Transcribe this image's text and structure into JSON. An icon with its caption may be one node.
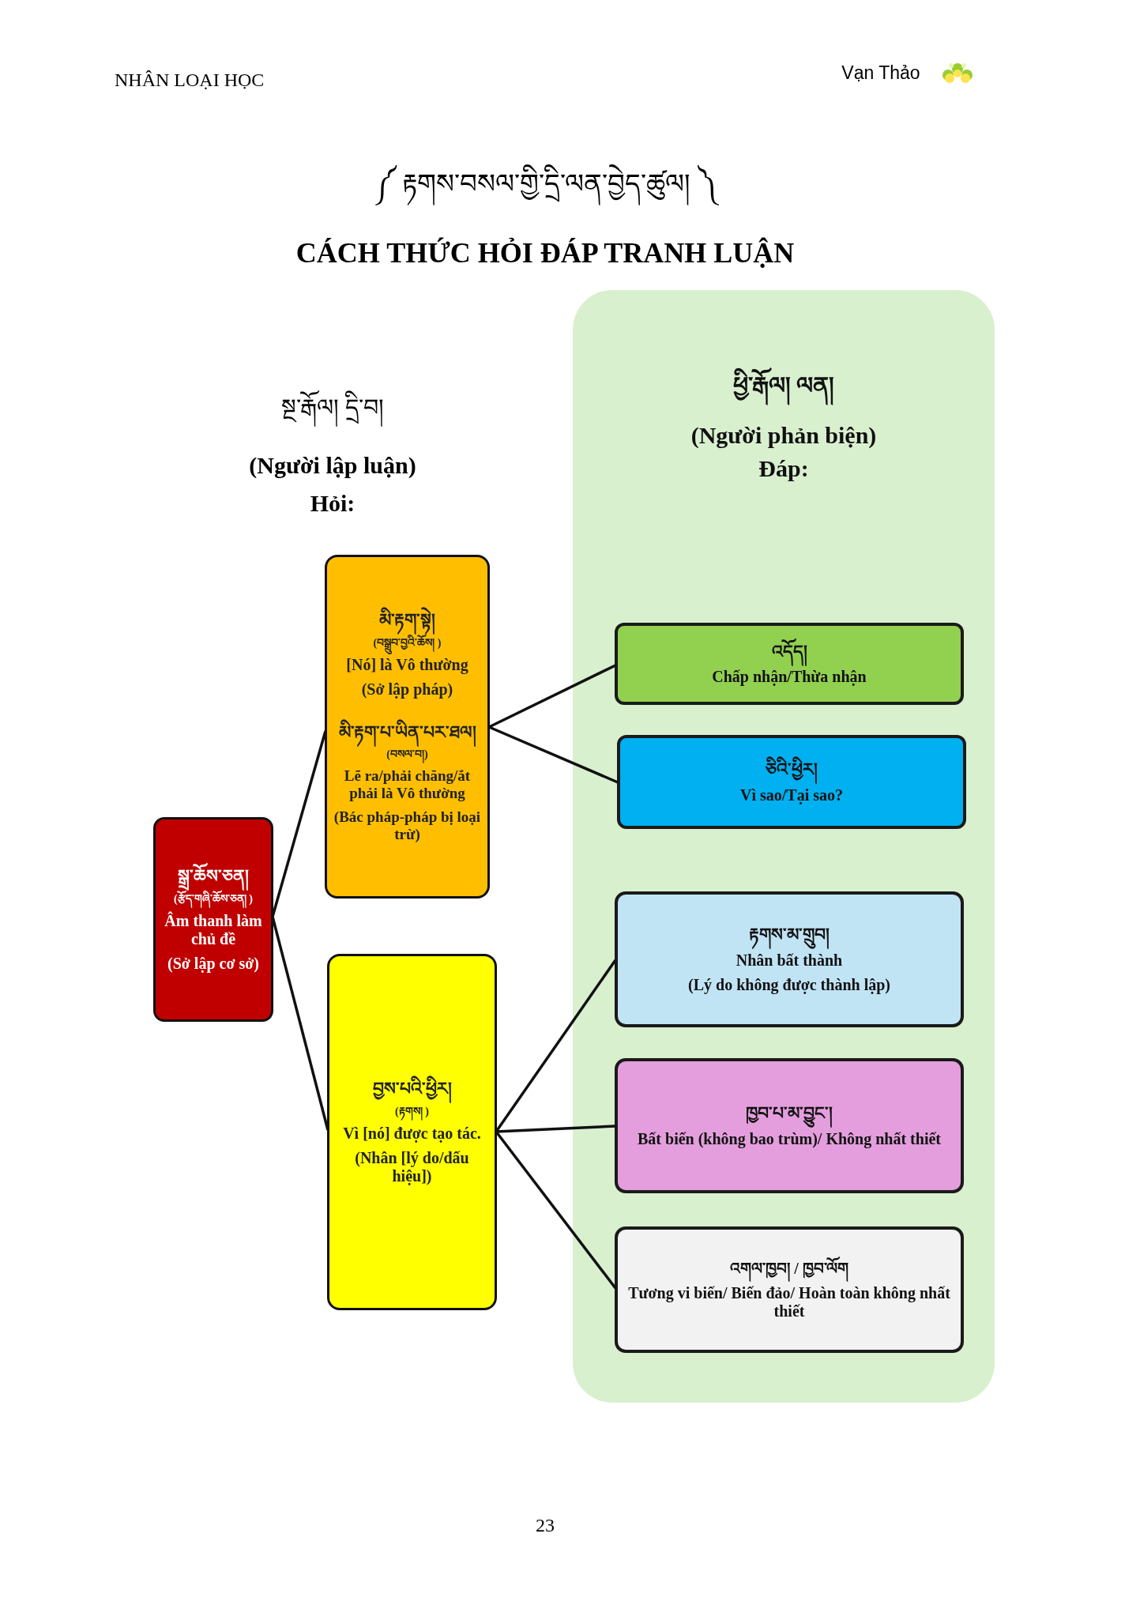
{
  "diagram": {
    "title": "CÁCH THỨC HỎI ĐÁP TRANH LUẬN",
    "nodes": [
      {
        "text": [
          "ཕྱི་རྒོལ། ལན།",
          "(Người phản biện)",
          "Đáp:"
        ]
      },
      {
        "text": [
          "སྒྲ་ཆོས་ཅན།",
          "(རྩོད་གཞི་ཆོས་ཅན། )",
          "Âm thanh làm chủ đề",
          "(Sở lập cơ sở)"
        ]
      },
      {
        "text": [
          "མི་རྟག་སྟེ།",
          "(བསྒྲུབ་བྱའི་ཆོས། )",
          "[Nó] là Vô thường",
          "(Sở lập pháp)",
          "མི་རྟག་པ་ཡིན་པར་ཐལ།",
          "(བསལ་བ།)",
          "Lẽ ra/phải chăng/ắt phải là Vô thường",
          "(Bác pháp-pháp bị loại trừ)"
        ]
      },
      {
        "text": [
          "བྱས་པའི་ཕྱིར།",
          "(རྟགས། )",
          "Vì [nó] được tạo tác.",
          "(Nhân [lý do/dấu hiệu])"
        ]
      },
      {
        "text": [
          "འདོད།",
          "Chấp nhận/Thừa nhận"
        ],
        "in": 0
      },
      {
        "text": [
          "ཅིའི་ཕྱིར།",
          "Vì sao/Tại sao?"
        ],
        "in": 0
      },
      {
        "text": [
          "རྟགས་མ་གྲུབ།",
          "Nhân bất thành",
          "(Lý do không được thành lập)"
        ],
        "in": 0
      },
      {
        "text": [
          "ཁྱབ་པ་མ་བྱུང་།",
          "Bất biến (không bao trùm)/ Không nhất thiết"
        ],
        "in": 0
      },
      {
        "text": [
          "འགལ་ཁྱབ། / ཁྱབ་ལོག",
          "Tương vi biến/ Biến đảo/ Hoàn toàn không nhất thiết"
        ],
        "in": 0
      }
    ],
    "edges": [
      {
        "from": 1,
        "to": 2,
        "arrow": "none"
      },
      {
        "from": 1,
        "to": 3,
        "arrow": "none"
      },
      {
        "from": 2,
        "to": 4,
        "arrow": "none"
      },
      {
        "from": 2,
        "to": 5,
        "arrow": "none"
      },
      {
        "from": 3,
        "to": 6,
        "arrow": "none"
      },
      {
        "from": 3,
        "to": 7,
        "arrow": "none"
      },
      {
        "from": 3,
        "to": 8,
        "arrow": "none"
      }
    ],
    "labels": [
      "NHÂN LOẠI HỌC",
      "Vạn Thảo",
      "༼ རྟགས་བསལ་གྱི་དྲི་ལན་བྱེད་ཚུལ། ༽",
      "སྔ་རྒོལ། དྲི་བ།",
      "(Người lập luận)",
      "Hỏi:",
      "23"
    ]
  }
}
